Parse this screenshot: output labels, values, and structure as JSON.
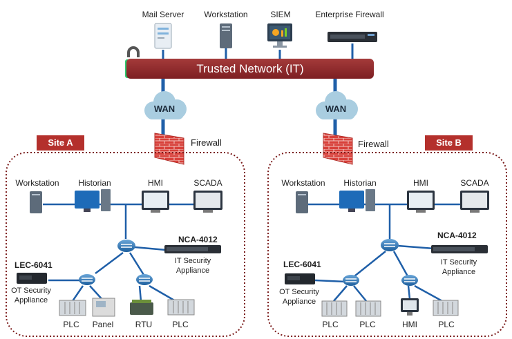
{
  "top_devices": {
    "mail_server": "Mail Server",
    "workstation": "Workstation",
    "siem": "SIEM",
    "enterprise_firewall": "Enterprise Firewall"
  },
  "trusted_network": "Trusted Network (IT)",
  "wan": "WAN",
  "firewall": "Firewall",
  "site_a": {
    "tag": "Site A",
    "workstation": "Workstation",
    "historian": "Historian",
    "hmi": "HMI",
    "scada": "SCADA",
    "nca": "NCA-4012",
    "it_appliance_1": "IT Security",
    "it_appliance_2": "Appliance",
    "lec": "LEC-6041",
    "ot_appliance_1": "OT Security",
    "ot_appliance_2": "Appliance",
    "plc_1": "PLC",
    "panel": "Panel",
    "rtu": "RTU",
    "plc_2": "PLC"
  },
  "site_b": {
    "tag": "Site B",
    "workstation": "Workstation",
    "historian": "Historian",
    "hmi": "HMI",
    "scada": "SCADA",
    "nca": "NCA-4012",
    "it_appliance_1": "IT Security",
    "it_appliance_2": "Appliance",
    "lec": "LEC-6041",
    "ot_appliance_1": "OT Security",
    "ot_appliance_2": "Appliance",
    "plc_1": "PLC",
    "plc_2": "PLC",
    "hmi_2": "HMI",
    "plc_3": "PLC"
  },
  "colors": {
    "trusted_bar": "#8e2a2c",
    "site_tag": "#b4302c",
    "link": "#1f5fa8",
    "boundary": "#7a1a1a",
    "cloud": "#a9cde0"
  }
}
